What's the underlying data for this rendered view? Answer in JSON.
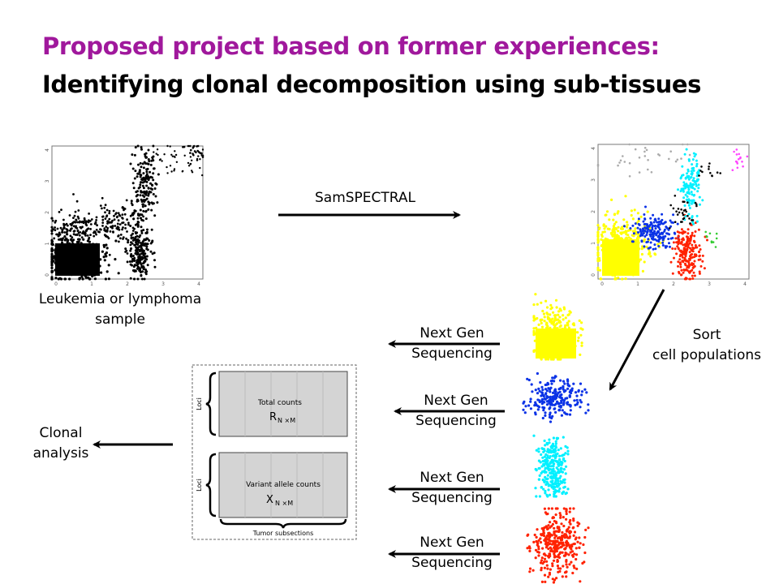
{
  "title": {
    "line1": "Proposed project based on former experiences:",
    "line2": "Identifying clonal decomposition using sub-tissues"
  },
  "labels": {
    "samspectral": "SamSPECTRAL",
    "sample_line1": "Leukemia or lymphoma",
    "sample_line2": "sample",
    "sort_line1": "Sort",
    "sort_line2": "cell populations",
    "clonal_line1": "Clonal",
    "clonal_line2": "analysis",
    "ngs_line1": "Next Gen",
    "ngs_line2": "Sequencing"
  },
  "raw_plot": {
    "x_ticks": [
      "0",
      "1",
      "2",
      "3",
      "4"
    ],
    "y_ticks": [
      "0",
      "1",
      "2",
      "3",
      "4"
    ]
  },
  "clustered_plot": {
    "x_ticks": [
      "0",
      "1",
      "2",
      "3",
      "4"
    ],
    "y_ticks": [
      "0",
      "1",
      "2",
      "3",
      "4"
    ]
  },
  "matrix_figure": {
    "loci_label": "Loci",
    "total_title": "Total counts",
    "total_symbol": "R",
    "total_subscript": "N ×M",
    "variant_title": "Variant allele counts",
    "variant_symbol": "X",
    "variant_subscript": "N ×M",
    "bottom_label": "Tumor subsections"
  },
  "colors": {
    "title_accent": "#a0189c",
    "pop_yellow": "#ffff00",
    "pop_blue": "#0a32e6",
    "pop_cyan": "#00f0ff",
    "pop_red": "#ff2200",
    "pop_black": "#000000",
    "pop_gray": "#aaaaaa",
    "pop_magenta": "#ff44ff",
    "pop_green": "#33cc33"
  }
}
